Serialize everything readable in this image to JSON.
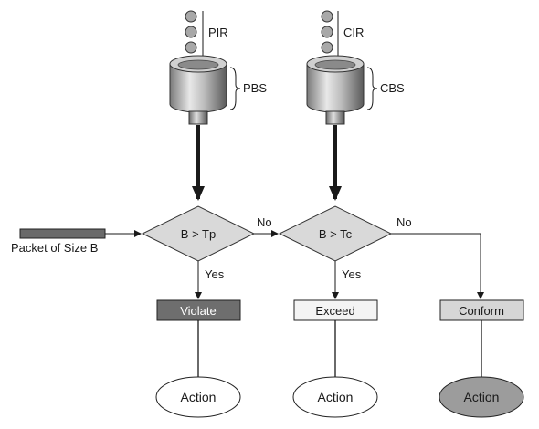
{
  "buckets": [
    {
      "rate_label": "PIR",
      "size_label": "PBS"
    },
    {
      "rate_label": "CIR",
      "size_label": "CBS"
    }
  ],
  "packet_label": "Packet of Size B",
  "decisions": [
    {
      "label": "B > Tp",
      "yes_label": "Yes",
      "no_label": "No"
    },
    {
      "label": "B > Tc",
      "yes_label": "Yes",
      "no_label": "No"
    }
  ],
  "results": [
    {
      "label": "Violate",
      "action_label": "Action"
    },
    {
      "label": "Exceed",
      "action_label": "Action"
    },
    {
      "label": "Conform",
      "action_label": "Action"
    }
  ],
  "colors": {
    "violate_fill": "#6e6e6e",
    "exceed_fill": "#f4f4f4",
    "conform_fill": "#d6d6d6",
    "decision_fill": "#d9d9d9",
    "packet_fill": "#6a6a6a",
    "token_fill": "#a8a8a8",
    "conform_action_fill": "#9c9c9c"
  }
}
